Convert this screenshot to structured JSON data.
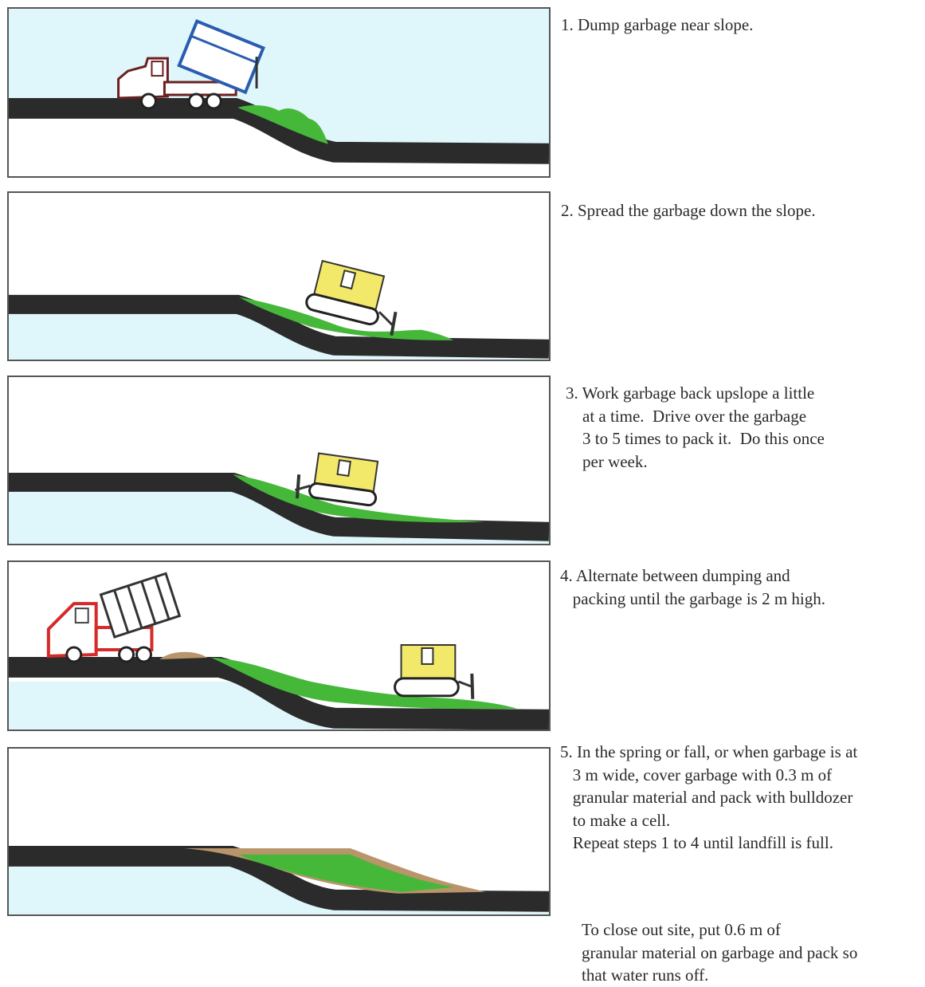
{
  "steps": [
    {
      "lines": [
        "1. Dump garbage near slope."
      ]
    },
    {
      "lines": [
        "2. Spread the garbage down the slope."
      ]
    },
    {
      "lines": [
        "3. Work garbage back upslope a little",
        "    at a time.  Drive over the garbage",
        "    3 to 5 times to pack it.  Do this once",
        "    per week."
      ]
    },
    {
      "lines": [
        "4. Alternate between dumping and",
        "   packing until the garbage is 2 m high."
      ]
    },
    {
      "lines": [
        "5. In the spring or fall, or when garbage is at",
        "   3 m wide, cover garbage with 0.3 m of",
        "   granular material and pack with bulldozer",
        "   to make a cell.",
        "   Repeat steps 1 to 4 until landfill is full."
      ]
    }
  ],
  "closing": {
    "lines": [
      "To close out site, put 0.6 m of",
      "granular material on garbage and pack so",
      "that water runs off."
    ]
  },
  "colors": {
    "sky": "#dff6fb",
    "ground": "#2b2b2b",
    "garbage": "#45b83a",
    "cover": "#b8956a",
    "truck_1_box": "#2a5db0",
    "truck_4_cab": "#d42a2a",
    "bulldozer": "#f2e86a"
  }
}
